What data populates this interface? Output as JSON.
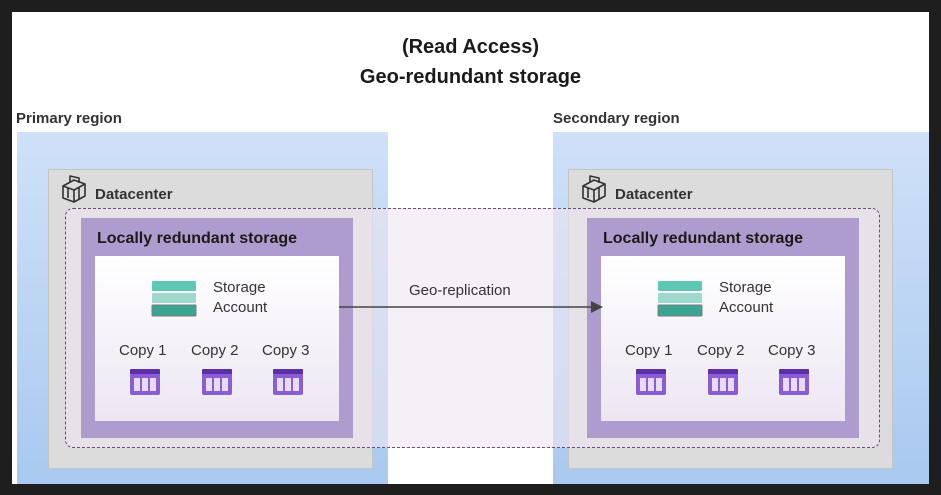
{
  "title": {
    "line1": "(Read Access)",
    "line2": "Geo-redundant storage"
  },
  "primary": {
    "region_label": "Primary region",
    "datacenter_label": "Datacenter",
    "lrs_label": "Locally redundant storage",
    "storage_label_1": "Storage",
    "storage_label_2": "Account",
    "copies": [
      "Copy 1",
      "Copy 2",
      "Copy 3"
    ]
  },
  "secondary": {
    "region_label": "Secondary region",
    "datacenter_label": "Datacenter",
    "lrs_label": "Locally redundant storage",
    "storage_label_1": "Storage",
    "storage_label_2": "Account",
    "copies": [
      "Copy 1",
      "Copy 2",
      "Copy 3"
    ]
  },
  "replication_label": "Geo-replication",
  "colors": {
    "region_fill": "#b9d3f4",
    "datacenter_fill": "#dcdcdc",
    "lrs_fill": "#ad9ccd",
    "icon_purple": "#8a5cd6",
    "icon_teal": "#5fc7b5",
    "dashed_border": "#6b4a78"
  }
}
